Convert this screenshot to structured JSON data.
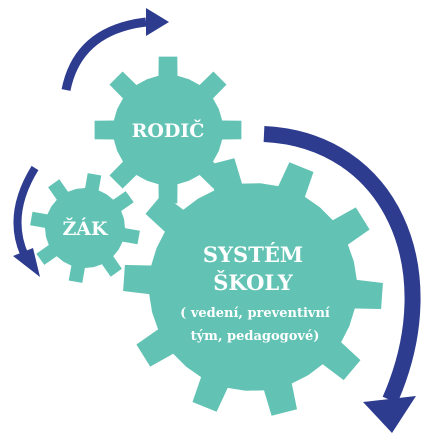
{
  "colors": {
    "gear_fill": "#62c3b4",
    "arrow_color": "#2e3c8f",
    "label_color": "#ffffff",
    "background": "#ffffff"
  },
  "gears": {
    "parent": {
      "label": "RODIČ"
    },
    "pupil": {
      "label": "ŽÁK"
    },
    "school": {
      "title_line1": "SYSTÉM",
      "title_line2": "ŠKOLY",
      "subtitle_line1": "( vedení, preventivní",
      "subtitle_line2": "tým, pedagogové)"
    }
  },
  "arrows": {
    "top_left_arrow": {
      "icon": "curved-arrow-up-right-icon"
    },
    "left_arrow": {
      "icon": "curved-arrow-down-right-icon"
    },
    "right_arrow": {
      "icon": "curved-arrow-down-icon"
    }
  }
}
